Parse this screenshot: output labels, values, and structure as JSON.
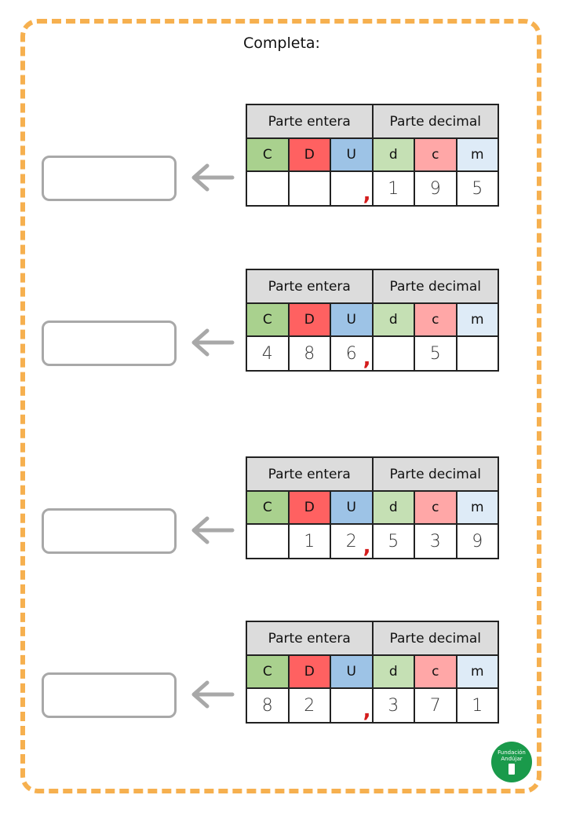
{
  "title": "Completa:",
  "header_entera": "Parte entera",
  "header_decimal": "Parte decimal",
  "places": [
    "C",
    "D",
    "U",
    "d",
    "c",
    "m"
  ],
  "comma": ",",
  "rows": [
    {
      "digits": [
        "",
        "",
        "",
        "1",
        "9",
        "5"
      ]
    },
    {
      "digits": [
        "4",
        "8",
        "6",
        "",
        "5",
        ""
      ]
    },
    {
      "digits": [
        "",
        "1",
        "2",
        "5",
        "3",
        "9"
      ]
    },
    {
      "digits": [
        "8",
        "2",
        "",
        "3",
        "7",
        "1"
      ]
    }
  ],
  "logo": {
    "line1": "Fundación",
    "line2": "Andújar"
  },
  "colors": {
    "frame": "#f6b04f",
    "C": "#a9d18e",
    "D": "#ff6161",
    "U": "#9dc3e6",
    "d": "#c5e0b4",
    "c": "#ffa7a7",
    "m": "#deebf7",
    "comma": "#d41c1c",
    "logo": "#1a9a4b"
  }
}
